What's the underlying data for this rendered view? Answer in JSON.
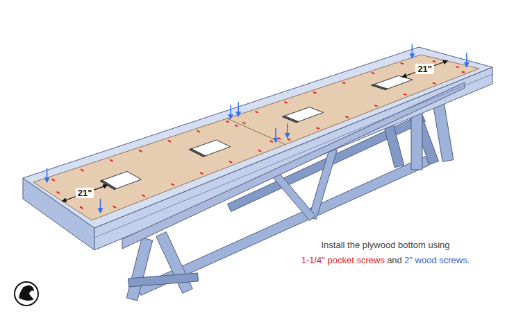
{
  "diagram": {
    "labels": [
      "21\"",
      "21\"",
      "Install the plywood bottom using",
      "1-1/4\" pocket screws",
      "and",
      "2\" wood screws."
    ]
  }
}
